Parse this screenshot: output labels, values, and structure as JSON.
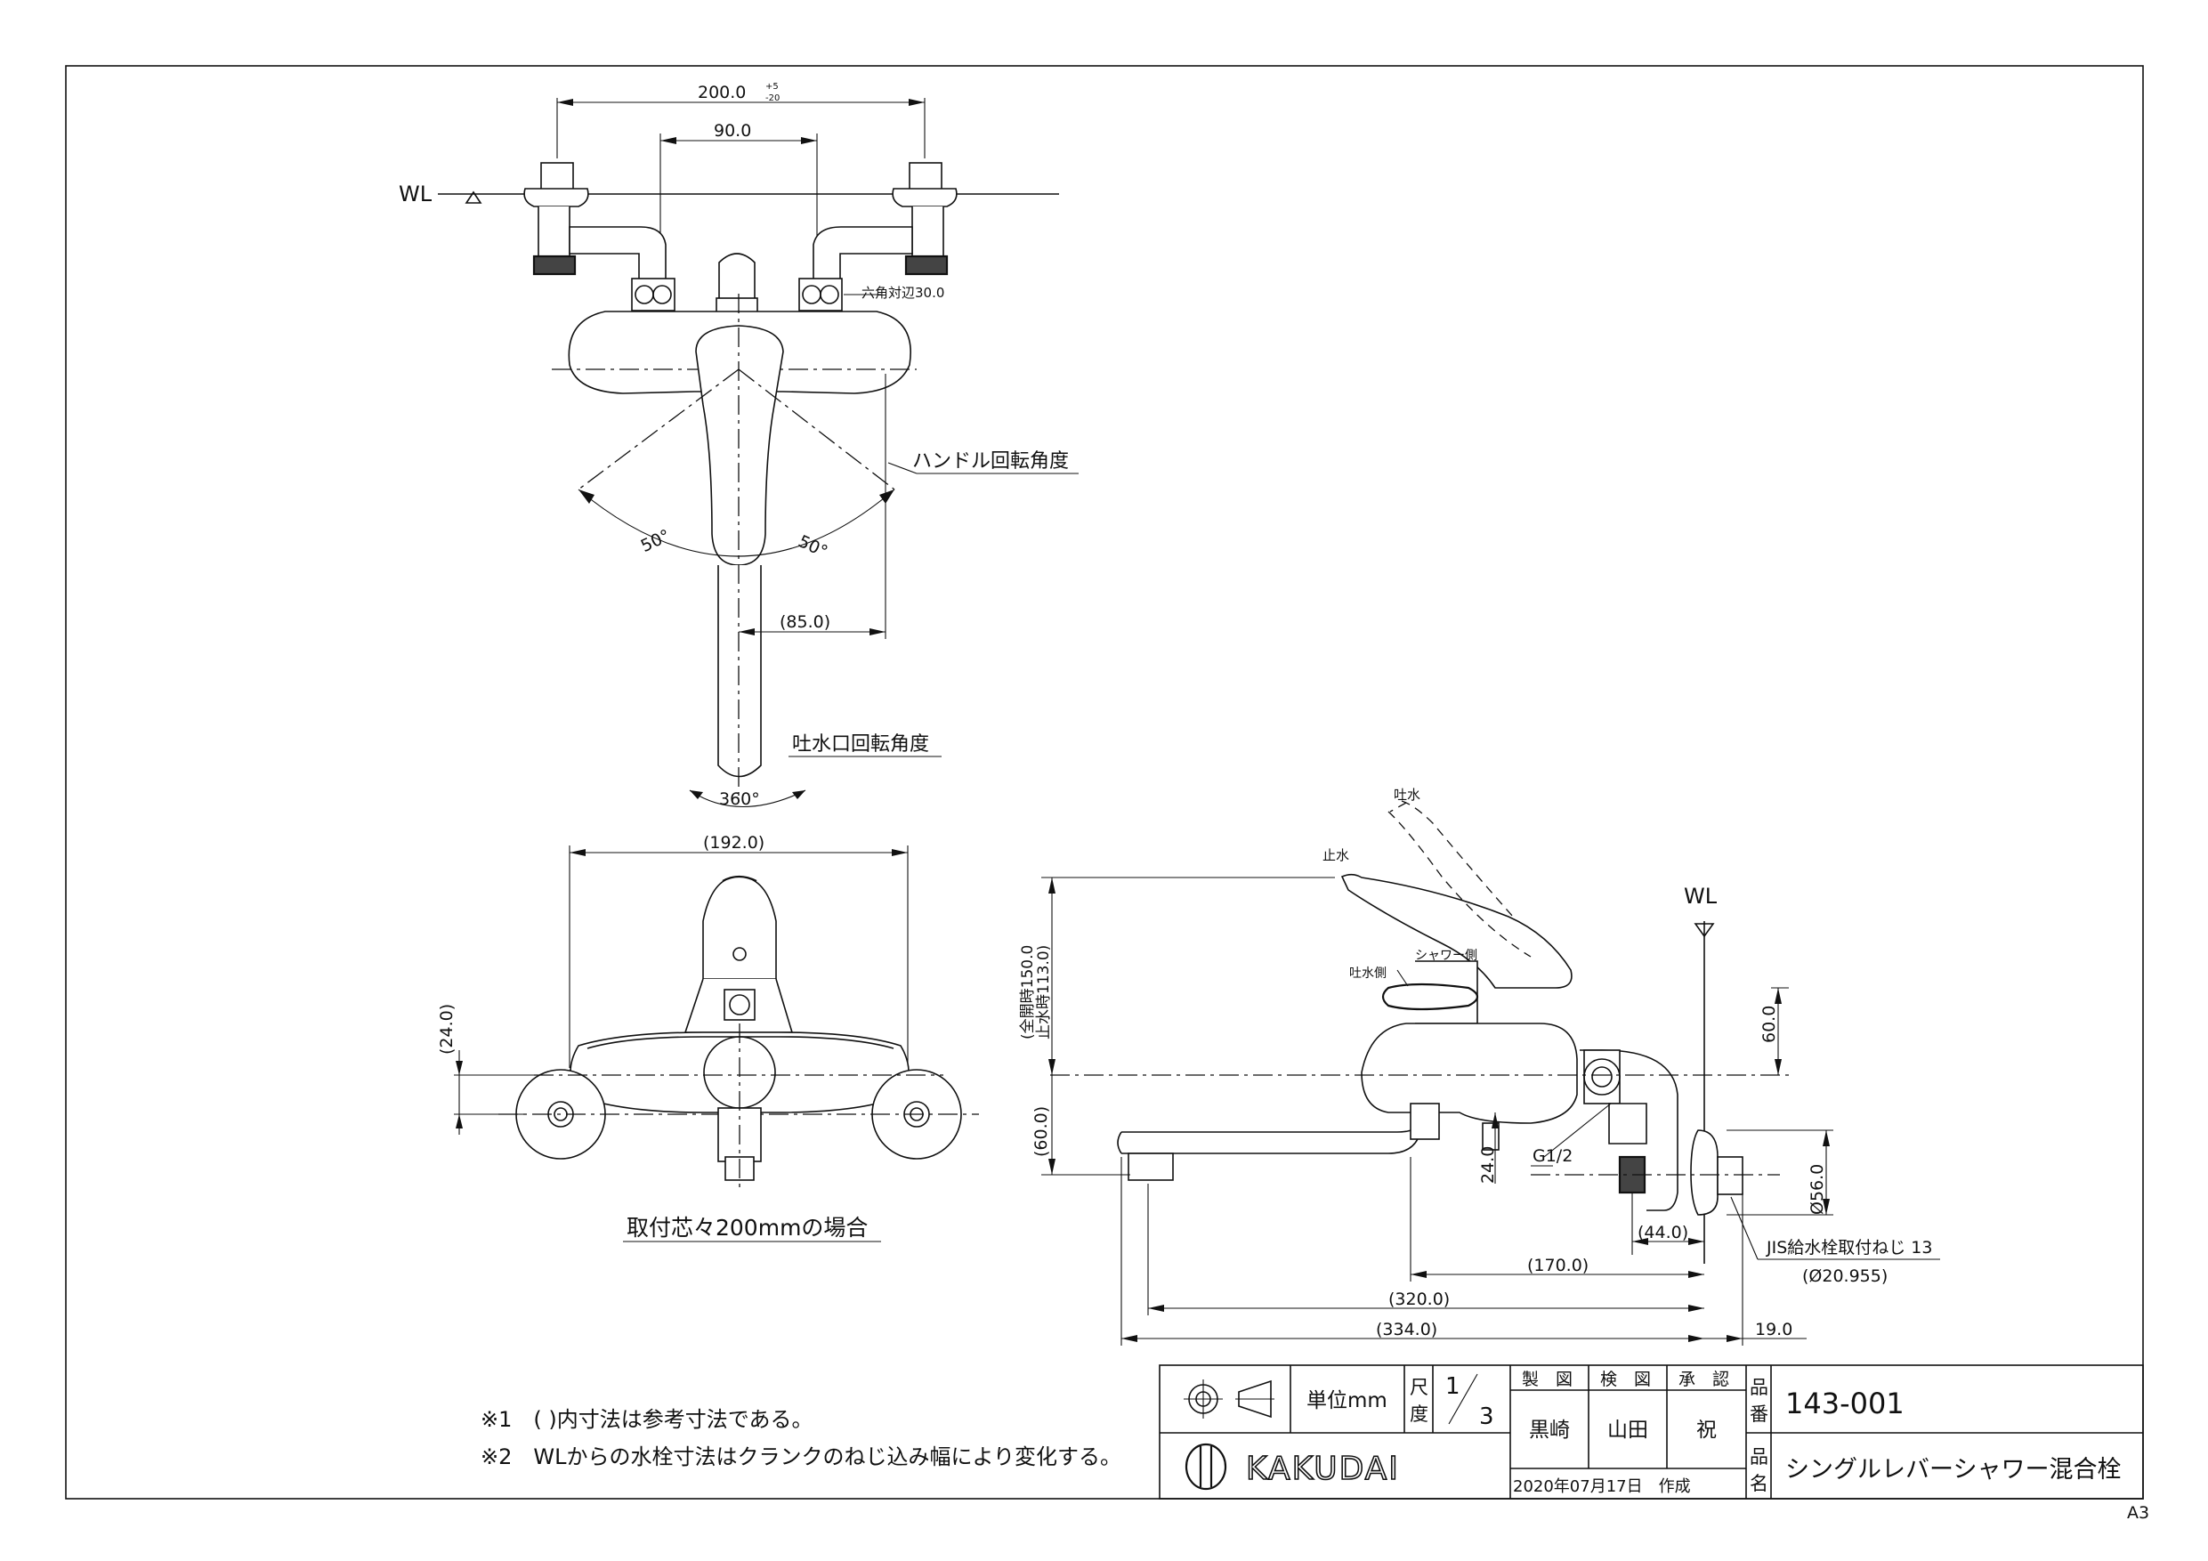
{
  "drawing": {
    "wl_label_top": "WL",
    "wl_label_side": "WL",
    "dim_200": "200.0",
    "dim_200_tol_upper": "+5",
    "dim_200_tol_lower": "-20",
    "dim_90": "90.0",
    "dim_hex": "六角対辺30.0",
    "handle_angle_label": "ハンドル回転角度",
    "angle_left": "50°",
    "angle_right": "50°",
    "dim_85": "(85.0)",
    "spout_angle_label": "吐水口回転角度",
    "angle_360": "360°",
    "dim_192": "(192.0)",
    "dim_24_left": "(24.0)",
    "mount_label": "取付芯々200mmの場合",
    "dim_150_113_a": "(全開時150.0",
    "dim_150_113_b": "止水時113.0)",
    "dim_60_left": "(60.0)",
    "dim_60_right": "60.0",
    "dim_24_side": "24.0",
    "dim_56": "Ø56.0",
    "dim_44": "(44.0)",
    "dim_170": "(170.0)",
    "dim_320": "(320.0)",
    "dim_334": "(334.0)",
    "dim_19": "19.0",
    "g12": "G1/2",
    "jis_label": "JIS給水栓取付ねじ 13",
    "jis_sub": "(Ø20.955)",
    "tohsui": "吐水",
    "shisui": "止水",
    "shower_side": "シャワー側",
    "spout_side": "吐水側"
  },
  "notes": [
    "※1　( )内寸法は参考寸法である。",
    "※2　WLからの水栓寸法はクランクのねじ込み幅により変化する。"
  ],
  "title_block": {
    "unit_label": "単位mm",
    "scale_label_a": "尺",
    "scale_label_b": "度",
    "scale_num": "1",
    "scale_den": "3",
    "h_drawn": "製　図",
    "h_checked": "検　図",
    "h_approved": "承　認",
    "drawn_by": "黒崎",
    "checked_by": "山田",
    "approved_by": "祝",
    "logo_text": "KAKUDAI",
    "date": "2020年07月17日　作成",
    "part_no_label_a": "品",
    "part_no_label_b": "番",
    "part_no": "143-001",
    "part_name_label_a": "品",
    "part_name_label_b": "名",
    "part_name": "シングルレバーシャワー混合栓"
  },
  "sheet_size": "A3"
}
